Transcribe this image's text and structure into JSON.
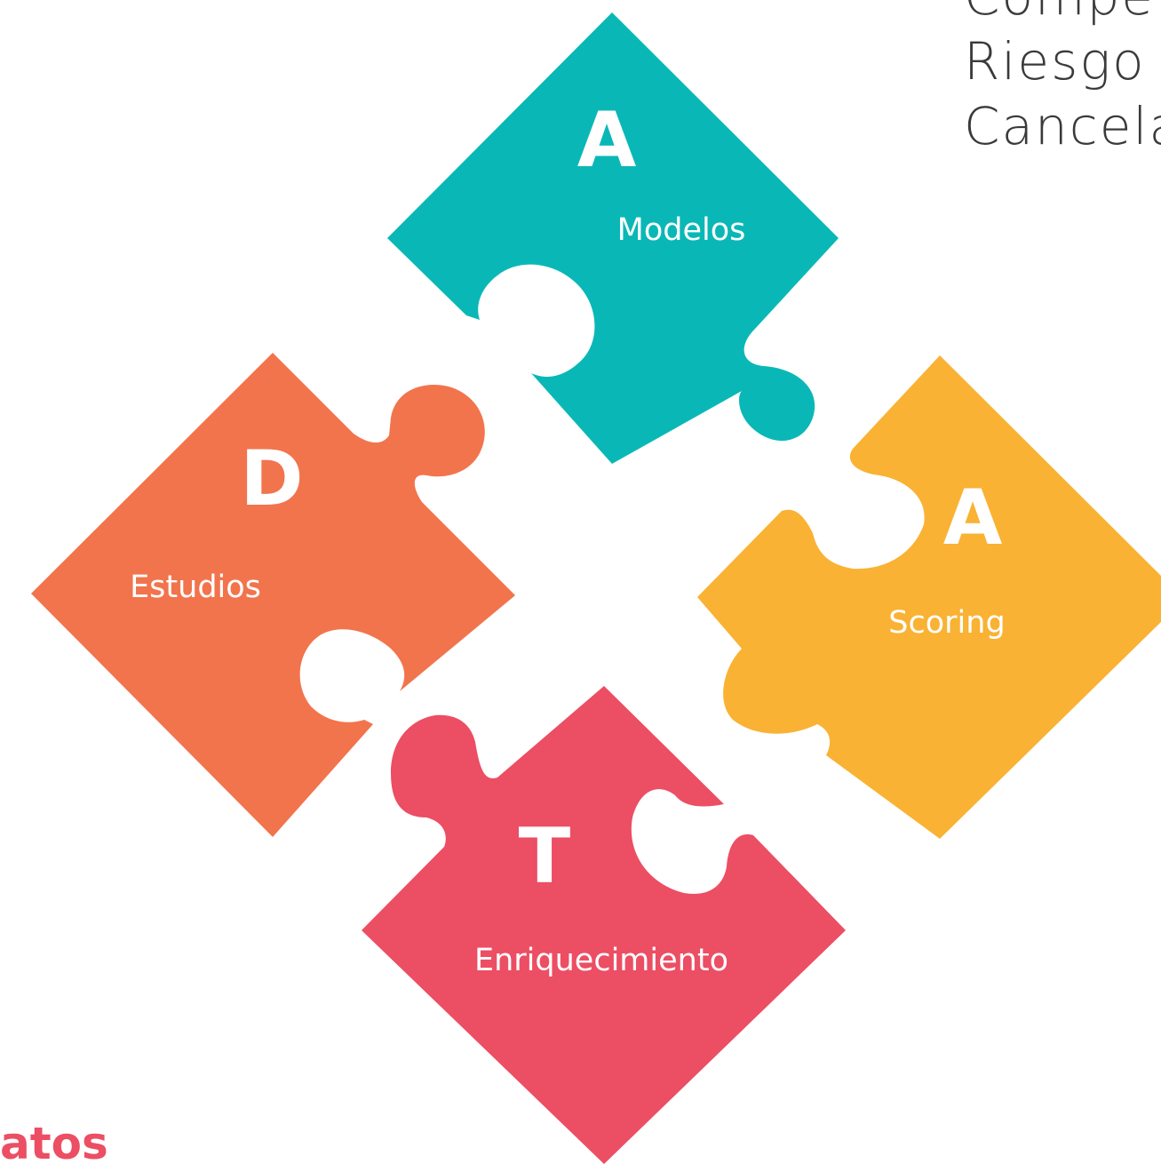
{
  "pieces": [
    {
      "letter": "A",
      "label": "Modelos",
      "color": "#09B8B6"
    },
    {
      "letter": "D",
      "label": "Estudios",
      "color": "#F2744C"
    },
    {
      "letter": "A",
      "label": "Scoring",
      "color": "#F9B233"
    },
    {
      "letter": "T",
      "label": "Enriquecimiento",
      "color": "#EC4E64"
    }
  ],
  "side_text": [
    "Compe",
    "Riesgo",
    "Cancela"
  ],
  "bottom_text": "atos",
  "bottom_text_color": "#EC4E64"
}
